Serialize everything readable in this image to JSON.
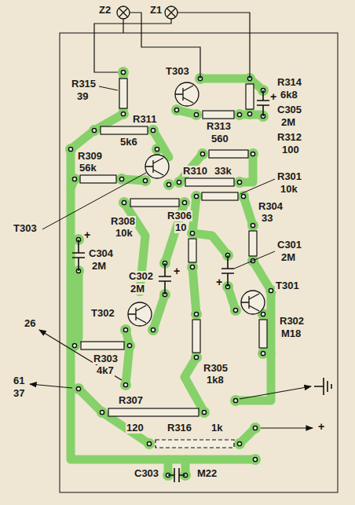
{
  "diagram": {
    "labels": [
      "Z2",
      "Z1",
      "R315",
      "39",
      "T303",
      "R314",
      "6k8",
      "C305",
      "2M",
      "R311",
      "5k6",
      "R313",
      "560",
      "R312",
      "100",
      "R309",
      "56k",
      "R310",
      "33k",
      "R301",
      "10k",
      "R308",
      "10k",
      "T303",
      "R304",
      "33",
      "R306",
      "10",
      "C304",
      "2M",
      "C302",
      "2M",
      "C301",
      "2M",
      "T302",
      "T301",
      "R302",
      "M18",
      "R303",
      "4k7",
      "R305",
      "1k8",
      "26",
      "61",
      "37",
      "R307",
      "120",
      "R316",
      "1k",
      "C303",
      "M22",
      "+",
      "+",
      "+",
      "+",
      "+"
    ]
  }
}
